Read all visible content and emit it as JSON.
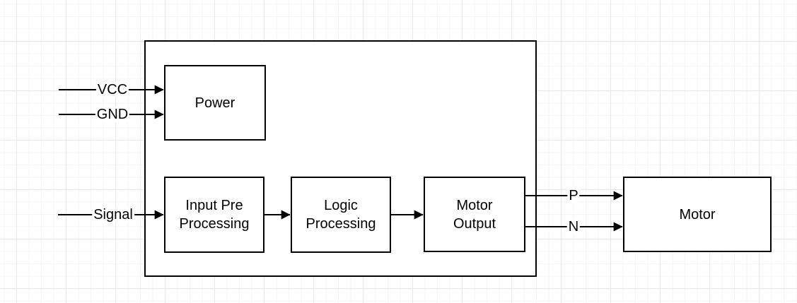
{
  "canvas": {
    "background": "#ffffff",
    "grid_minor_color": "#f5f5f5",
    "grid_major_color": "#e8e8e8"
  },
  "diagram": {
    "stroke_color": "#000000",
    "shape_fill_color": "#ffffff",
    "text_color": "#000000",
    "blocks": [
      {
        "name": "power",
        "label": "Power"
      },
      {
        "name": "input-pre-processing",
        "label": "Input Pre Processing"
      },
      {
        "name": "logic-processing",
        "label": "Logic Processing"
      },
      {
        "name": "motor-output",
        "label": "Motor Output"
      },
      {
        "name": "motor",
        "label": "Motor"
      }
    ],
    "wire_labels": [
      {
        "name": "vcc",
        "label": "VCC"
      },
      {
        "name": "gnd",
        "label": "GND"
      },
      {
        "name": "signal",
        "label": "Signal"
      },
      {
        "name": "p",
        "label": "P"
      },
      {
        "name": "n",
        "label": "N"
      }
    ]
  }
}
